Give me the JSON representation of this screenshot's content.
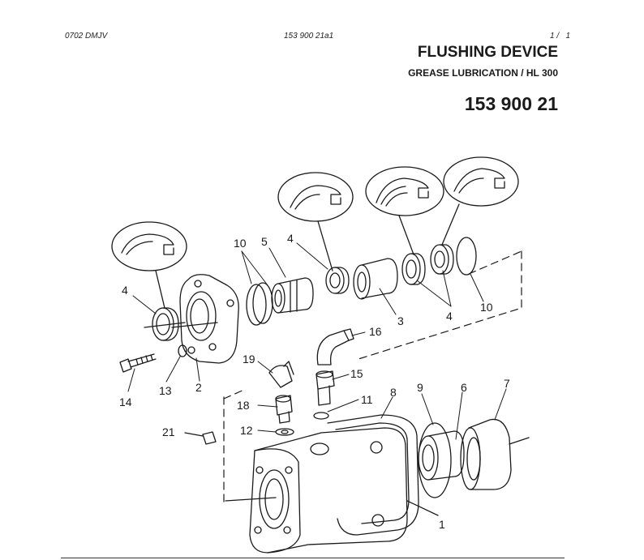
{
  "header": {
    "doc_code": "0702 DMJV",
    "drawing_no": "153 900 21a1",
    "page": "1 /   1"
  },
  "title": {
    "main": "FLUSHING DEVICE",
    "subtitle": "GREASE LUBRICATION / HL 300",
    "part_number": "153 900 21"
  },
  "callouts": {
    "n1": "1",
    "n2": "2",
    "n3": "3",
    "n4a": "4",
    "n4b": "4",
    "n4c": "4",
    "n5": "5",
    "n6": "6",
    "n7": "7",
    "n8": "8",
    "n9": "9",
    "n10a": "10",
    "n10b": "10",
    "n11": "11",
    "n12": "12",
    "n13": "13",
    "n14": "14",
    "n15": "15",
    "n16": "16",
    "n18": "18",
    "n19": "19",
    "n21": "21"
  }
}
